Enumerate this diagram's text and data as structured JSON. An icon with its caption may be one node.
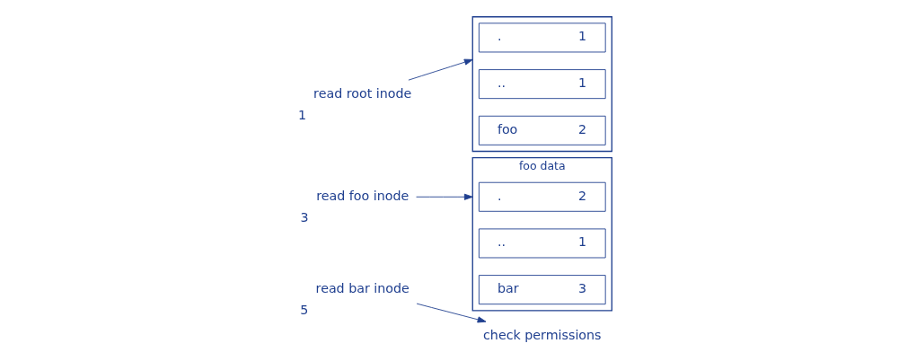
{
  "diagram": {
    "nodes": [
      {
        "text": [
          "read root inode"
        ],
        "beside": [
          "1"
        ]
      },
      {
        "text": [
          "read foo inode"
        ],
        "beside": [
          "3"
        ]
      },
      {
        "text": [
          "read bar inode"
        ],
        "beside": [
          "5"
        ]
      },
      {
        "text": [
          "check permissions"
        ]
      },
      {
        "text": [
          "foo data"
        ]
      },
      {
        "text": [
          ".",
          "2"
        ],
        "in": 4
      },
      {
        "text": [
          "..",
          "1"
        ],
        "in": 4
      },
      {
        "text": [
          "bar",
          "3"
        ],
        "in": 4
      },
      {
        "text": [],
        "shape": "box"
      },
      {
        "text": [
          ".",
          "1"
        ],
        "in": 8
      },
      {
        "text": [
          "..",
          "1"
        ],
        "in": 8
      },
      {
        "text": [
          "foo",
          "2"
        ],
        "in": 8
      }
    ],
    "edges": [
      {
        "from": 0,
        "to": 8,
        "arrow": "to"
      },
      {
        "from": 1,
        "to": 4,
        "arrow": "to"
      },
      {
        "from": 2,
        "to": 3,
        "arrow": "to"
      }
    ]
  }
}
